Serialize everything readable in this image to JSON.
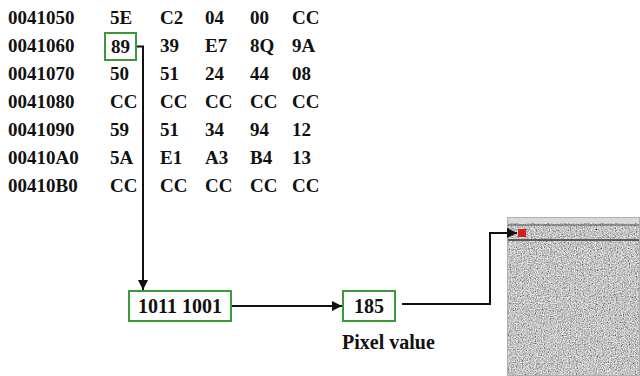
{
  "diagram": {
    "nodes": [
      {
        "text": [
          "89"
        ]
      },
      {
        "text": [
          "1011 1001"
        ]
      },
      {
        "text": [
          "185",
          "Pixel value"
        ]
      }
    ],
    "edges": [
      {
        "from": 0,
        "to": 1,
        "arrow": "to"
      },
      {
        "from": 1,
        "to": 2,
        "arrow": "to"
      }
    ],
    "labels": [
      "0041050",
      "5E",
      "C2",
      "04",
      "00",
      "CC",
      "0041060",
      "39",
      "E7",
      "8Q",
      "9A",
      "0041070",
      "50",
      "51",
      "24",
      "44",
      "08",
      "0041080",
      "CC",
      "CC",
      "CC",
      "CC",
      "CC",
      "0041090",
      "59",
      "51",
      "34",
      "94",
      "12",
      "00410A0",
      "5A",
      "E1",
      "A3",
      "B4",
      "13",
      "00410B0",
      "CC",
      "CC",
      "CC",
      "CC",
      "CC"
    ]
  }
}
